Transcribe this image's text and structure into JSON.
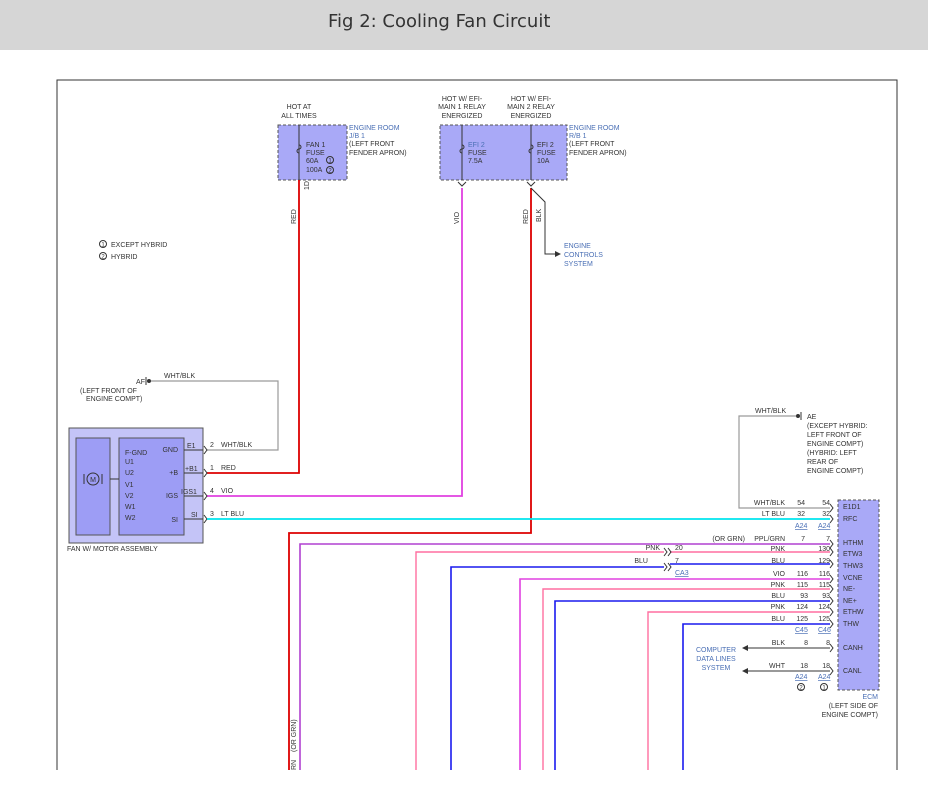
{
  "title": "Fig 2: Cooling Fan Circuit",
  "colors": {
    "red": "#dd0000",
    "violet": "#e040e0",
    "ltblu": "#00e5ee",
    "blue": "#1a1aee",
    "pnk": "#ff6fa0",
    "ppl": "#b040d0",
    "gray": "#9a9a9a",
    "box": "#a9a9f7"
  },
  "fuse_box_1": {
    "hot": [
      "HOT AT",
      "ALL TIMES"
    ],
    "fuse": [
      "FAN 1",
      "FUSE",
      "60A",
      "100A"
    ],
    "circled": [
      "1",
      "2"
    ],
    "location": [
      "ENGINE ROOM",
      "J/B 1",
      "(LEFT FRONT",
      "FENDER APRON)"
    ],
    "pin": "1D"
  },
  "fuse_box_2": {
    "hot_1": [
      "HOT W/ EFI-",
      "MAIN 1 RELAY",
      "ENERGIZED"
    ],
    "hot_2": [
      "HOT W/ EFI-",
      "MAIN 2 RELAY",
      "ENERGIZED"
    ],
    "fuse_1": [
      "EFI 2",
      "FUSE",
      "7.5A"
    ],
    "fuse_2": [
      "EFI 2",
      "FUSE",
      "10A"
    ],
    "location": [
      "ENGINE ROOM",
      "R/B 1",
      "(LEFT FRONT",
      "FENDER APRON)"
    ]
  },
  "legend": [
    {
      "num": "1",
      "label": "EXCEPT HYBRID"
    },
    {
      "num": "2",
      "label": "HYBRID"
    }
  ],
  "engine_controls": [
    "ENGINE",
    "CONTROLS",
    "SYSTEM"
  ],
  "wire_colors_vertical": {
    "red_1": "RED",
    "vio": "VIO",
    "red_2": "RED",
    "blk": "BLK",
    "or_grn": "(OR GRN)",
    "rn": "RN"
  },
  "ground_af": {
    "id": "AF",
    "wire": "WHT/BLK",
    "location": [
      "(LEFT FRONT OF",
      "ENGINE COMPT)"
    ]
  },
  "fan_motor": {
    "label": "FAN W/ MOTOR ASSEMBLY",
    "motor": "M",
    "inner_pins": [
      "F-GND",
      "U1",
      "U2",
      "V1",
      "V2",
      "W1",
      "W2"
    ],
    "terminals": [
      "GND",
      "+B",
      "IGS",
      "SI"
    ],
    "connectors": [
      {
        "name": "E1",
        "pin": "2",
        "wire": "WHT/BLK"
      },
      {
        "name": "+B1",
        "pin": "1",
        "wire": "RED"
      },
      {
        "name": "IGS1",
        "pin": "4",
        "wire": "VIO"
      },
      {
        "name": "SI",
        "pin": "3",
        "wire": "LT BLU"
      }
    ]
  },
  "ground_ae": {
    "id": "AE",
    "wire": "WHT/BLK",
    "location": [
      "(EXCEPT HYBRID:",
      "LEFT FRONT OF",
      "ENGINE COMPT)",
      "(HYBRID: LEFT",
      "REAR OF",
      "ENGINE COMPT)"
    ]
  },
  "ecm": {
    "label": "ECM",
    "location": [
      "(LEFT SIDE OF",
      "ENGINE COMPT)"
    ],
    "pins": [
      "E1D1",
      "RFC",
      "HTHM",
      "ETW3",
      "THW3",
      "VCNE",
      "NE-",
      "NE+",
      "ETHW",
      "THW",
      "CANH",
      "CANL"
    ],
    "rows": [
      {
        "wire": "WHT/BLK",
        "p1": "54",
        "p2": "54"
      },
      {
        "wire": "LT BLU",
        "p1": "32",
        "p2": "32"
      },
      {
        "wire": "PPL/GRN",
        "p1": "7",
        "p2": "7"
      },
      {
        "wire": "PNK",
        "p1": "130",
        "p2": ""
      },
      {
        "wire": "BLU",
        "p1": "129",
        "p2": ""
      },
      {
        "wire": "VIO",
        "p1": "116",
        "p2": "116"
      },
      {
        "wire": "PNK",
        "p1": "115",
        "p2": "115"
      },
      {
        "wire": "BLU",
        "p1": "93",
        "p2": "93"
      },
      {
        "wire": "PNK",
        "p1": "124",
        "p2": "124"
      },
      {
        "wire": "BLU",
        "p1": "125",
        "p2": "125"
      },
      {
        "wire": "BLK",
        "p1": "8",
        "p2": "8"
      },
      {
        "wire": "WHT",
        "p1": "18",
        "p2": "18"
      }
    ],
    "or_grn": "(OR GRN)",
    "left_pnk": {
      "wire": "PNK",
      "pin": "20"
    },
    "left_blu": {
      "wire": "BLU",
      "pin": "7"
    },
    "conn_a24": "A24",
    "conn_ca3": "CA3",
    "conn_c45": "C45",
    "conn_c46": "C46",
    "bottom_marks": [
      "2",
      "1"
    ]
  },
  "can": [
    "COMPUTER",
    "DATA LINES",
    "SYSTEM"
  ]
}
